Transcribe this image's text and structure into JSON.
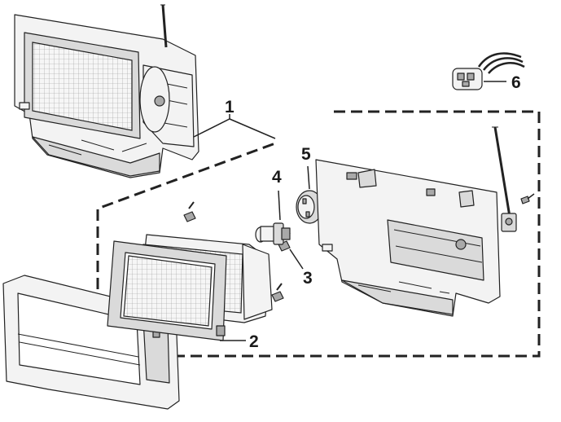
{
  "callouts": [
    {
      "id": "1",
      "label": "1"
    },
    {
      "id": "2",
      "label": "2"
    },
    {
      "id": "3",
      "label": "3"
    },
    {
      "id": "4",
      "label": "4"
    },
    {
      "id": "5",
      "label": "5"
    },
    {
      "id": "6",
      "label": "6"
    }
  ],
  "colors": {
    "line": "#222222",
    "fill_light": "#f3f3f3",
    "fill_mid": "#dadada",
    "fill_dark": "#a9a9a9"
  }
}
